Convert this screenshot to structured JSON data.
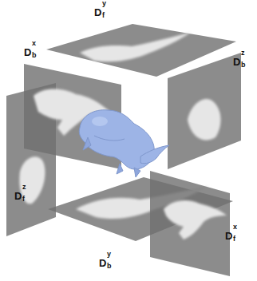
{
  "diagram": {
    "labels": [
      "D",
      "y",
      "f",
      "D",
      "x",
      "b",
      "D",
      "z",
      "b",
      "D",
      "z",
      "f",
      "D",
      "x",
      "f",
      "D",
      "y",
      "b"
    ]
  }
}
